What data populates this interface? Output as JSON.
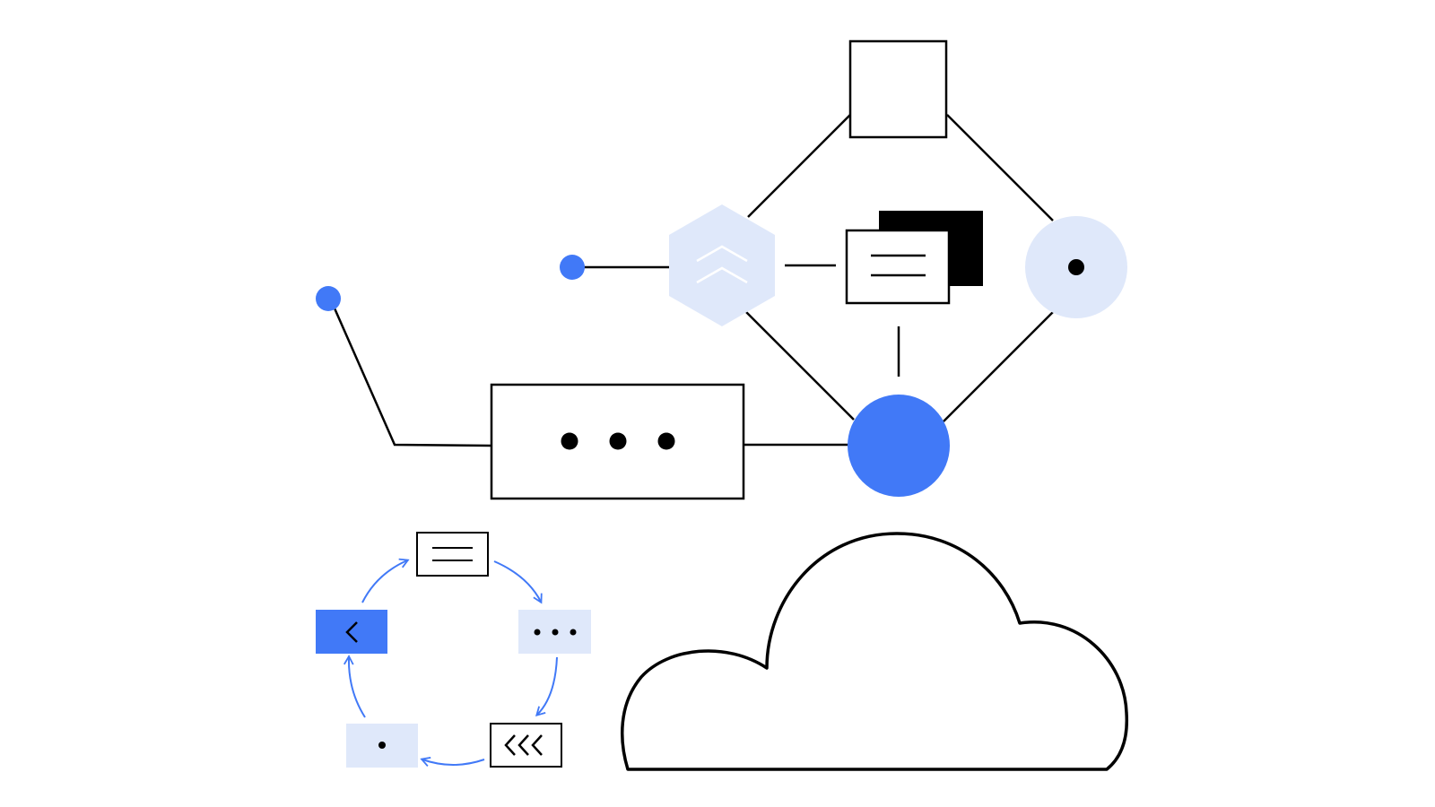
{
  "colors": {
    "background": "#ffffff",
    "stroke": "#000000",
    "accent_blue": "#4179f7",
    "light_blue": "#dfe8fa",
    "cycle_arrow": "#4179f7"
  },
  "diagram": {
    "nodes": [
      {
        "id": "top-square",
        "kind": "outlined-square"
      },
      {
        "id": "hexagon",
        "kind": "light-blue-hexagon",
        "icon": "double-chevron-up-icon"
      },
      {
        "id": "stacked-documents",
        "kind": "document-stack",
        "icon": "text-lines-icon"
      },
      {
        "id": "target-circle",
        "kind": "light-blue-circle",
        "icon": "center-dot-icon"
      },
      {
        "id": "hub-circle",
        "kind": "solid-blue-circle"
      },
      {
        "id": "ellipsis-box",
        "kind": "outlined-rectangle",
        "icon": "ellipsis-icon"
      },
      {
        "id": "left-endpoint",
        "kind": "blue-dot"
      },
      {
        "id": "mid-endpoint",
        "kind": "blue-dot"
      }
    ],
    "cycle": [
      {
        "id": "cycle-doc",
        "icon": "text-lines-icon"
      },
      {
        "id": "cycle-ellipsis",
        "icon": "ellipsis-icon"
      },
      {
        "id": "cycle-rewind",
        "icon": "triple-chevron-left-icon"
      },
      {
        "id": "cycle-dot",
        "icon": "center-dot-icon"
      },
      {
        "id": "cycle-back",
        "icon": "chevron-left-icon"
      }
    ],
    "cloud": {
      "icon": "cloud-icon"
    }
  }
}
